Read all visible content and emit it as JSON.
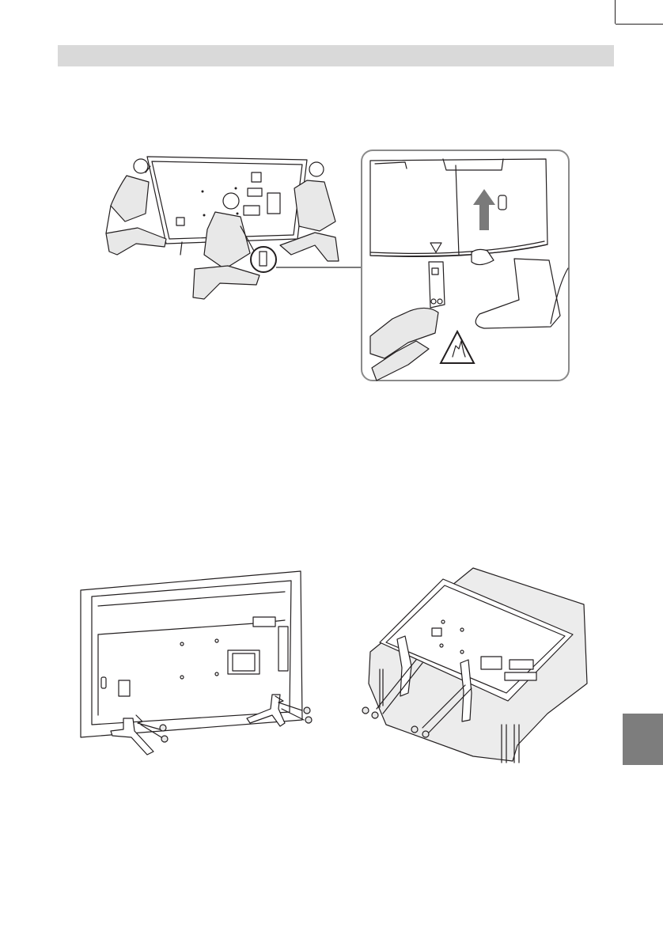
{
  "page": {
    "section_header_text": "",
    "side_tab_text": ""
  },
  "figures": {
    "people_lifting_tv": "illustration",
    "stand_removal_closeup": "illustration",
    "stand_attach_standing": "illustration",
    "stand_attach_on_table": "illustration"
  },
  "colors": {
    "header_bar": "#d9d9d9",
    "side_tab": "#7d7d7d",
    "arrow": "#7a7a7a",
    "line_art": "#231f20"
  },
  "icons": {
    "caution_icon": "finger-pinch-warning-icon",
    "up_arrow_icon": "arrow-up-icon",
    "down_triangle_icon": "triangle-down-icon"
  }
}
